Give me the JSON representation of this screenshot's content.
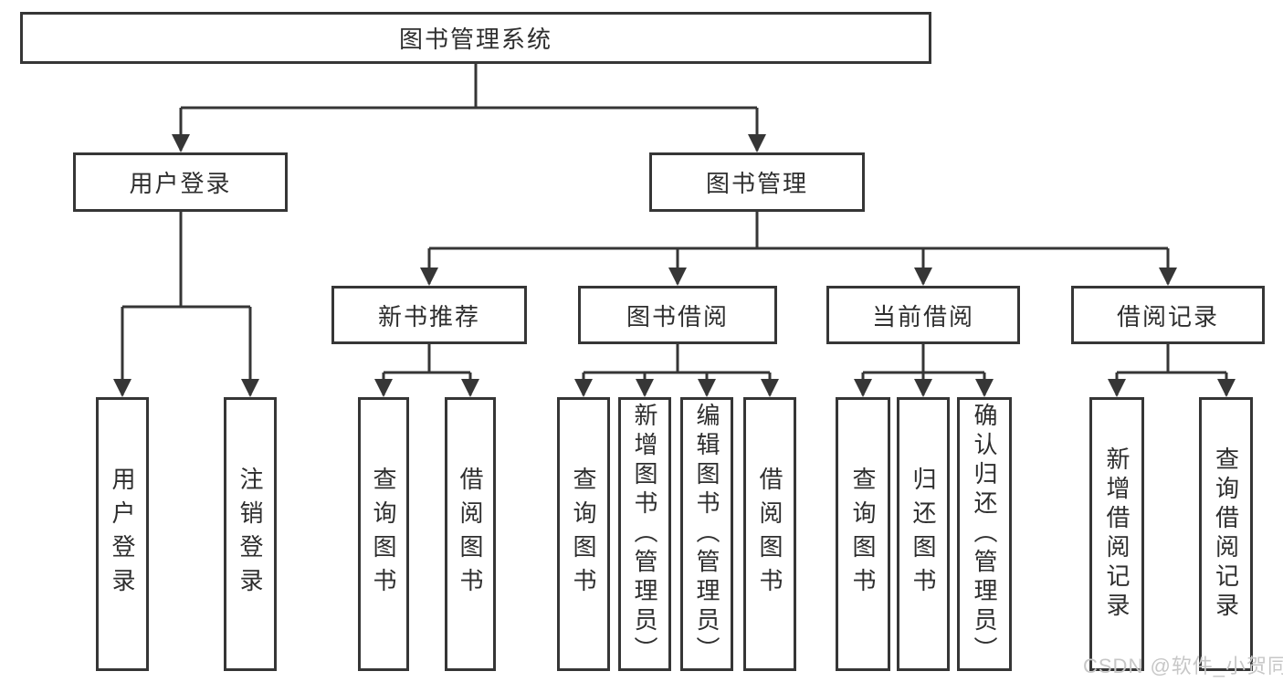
{
  "diagram": {
    "type": "hierarchy",
    "root": "图书管理系统",
    "level2": {
      "user_login": "用户登录",
      "book_management": "图书管理"
    },
    "level3": {
      "new_book_recommend": "新书推荐",
      "book_borrow": "图书借阅",
      "current_borrow": "当前借阅",
      "borrow_record": "借阅记录"
    },
    "leaves": {
      "user_login_leaf": "用户登录",
      "logout_leaf": "注销登录",
      "query_books_recommend": "查询图书",
      "borrow_books_recommend": "借阅图书",
      "query_books_borrow": "查询图书",
      "add_book_admin": "新增图书（管理员）",
      "edit_book_admin": "编辑图书（管理员）",
      "borrow_books_borrow": "借阅图书",
      "query_books_current": "查询图书",
      "return_book": "归还图书",
      "confirm_return_admin": "确认归还（管理员）",
      "add_borrow_record": "新增借阅记录",
      "query_borrow_record": "查询借阅记录"
    },
    "colors": {
      "line": "#363636",
      "text": "#2e2e2e",
      "background": "#ffffff",
      "watermark": "#c7c7c7"
    }
  },
  "watermark": {
    "text": "CSDN @软件_小贺同学"
  }
}
